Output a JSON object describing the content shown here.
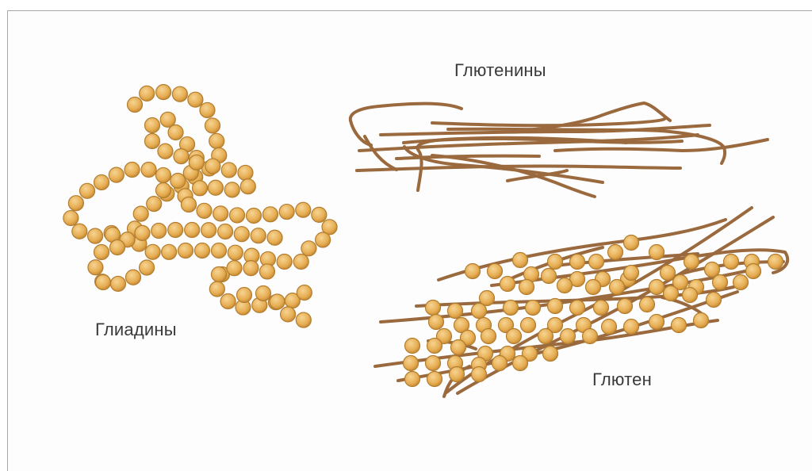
{
  "labels": {
    "glutenins": "Глютенины",
    "gliadins": "Глиадины",
    "gluten": "Глютен"
  },
  "colors": {
    "bead_fill": "#e9b55b",
    "bead_stroke": "#b27d2f",
    "strand": "#9a6a3e",
    "text": "#3a3a3a"
  }
}
